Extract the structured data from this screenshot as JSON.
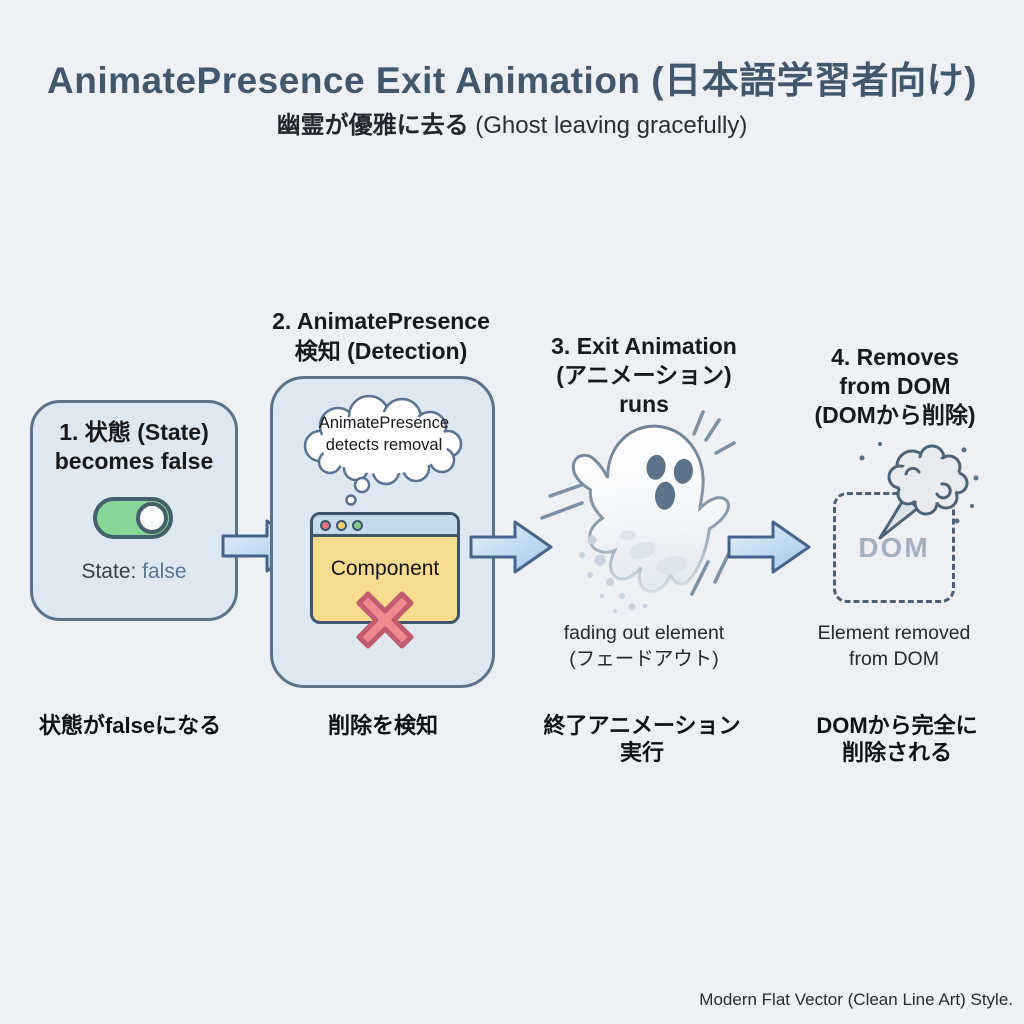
{
  "header": {
    "title": "AnimatePresence Exit Animation (日本語学習者向け)",
    "subtitle_jp": "幽霊が優雅に去る",
    "subtitle_en": " (Ghost leaving gracefully)"
  },
  "step1": {
    "heading_line1": "1. 状態 (State)",
    "heading_line2": "becomes false",
    "state_label": "State: ",
    "state_value": "false",
    "bottom_caption": "状態がfalseになる"
  },
  "step2": {
    "heading_line1": "2. AnimatePresence",
    "heading_line2": "検知 (Detection)",
    "thought_line1": "AnimatePresence",
    "thought_line2": "detects removal",
    "component_label": "Component",
    "bottom_caption": "削除を検知"
  },
  "step3": {
    "heading_line1": "3. Exit Animation",
    "heading_line2": "(アニメーション)",
    "heading_line3": "runs",
    "caption_line1": "fading out element",
    "caption_line2": "(フェードアウト)",
    "bottom_caption_line1": "終了アニメーション",
    "bottom_caption_line2": "実行"
  },
  "step4": {
    "heading_line1": "4. Removes",
    "heading_line2": "from DOM",
    "heading_line3": "(DOMから削除)",
    "dom_label": "DOM",
    "caption_line1": "Element removed",
    "caption_line2": "from DOM",
    "bottom_caption_line1": "DOMから完全に",
    "bottom_caption_line2": "削除される"
  },
  "footer": {
    "style_note": "Modern Flat Vector (Clean Line Art) Style."
  },
  "icons": {
    "toggle": "toggle-switch-on",
    "thought_cloud": "thought-bubble",
    "window_close": "red-x-mark",
    "ghost": "ghost-fading",
    "poof": "poof-smoke-cloud",
    "arrow": "right-block-arrow"
  },
  "colors": {
    "background": "#edf1f6",
    "title": "#42566c",
    "box_fill": "#dde8f3",
    "box_border": "#5c7288",
    "toggle_green": "#87d698",
    "state_false_blue": "#5b7491",
    "window_yellow": "#f7db8e",
    "titlebar_blue": "#c5daeb",
    "x_red": "#f18a90",
    "arrow_blue": "#a5c8ec",
    "arrow_stroke": "#46648b",
    "dom_gray": "#a4b0c0"
  }
}
